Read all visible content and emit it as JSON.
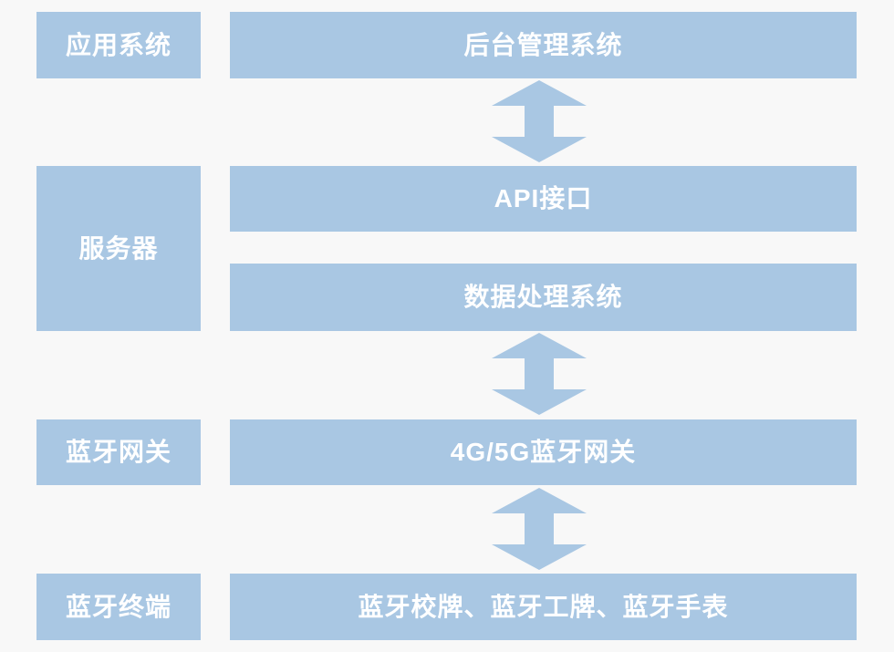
{
  "diagram": {
    "title_hint": "bluetooth-system-architecture",
    "colors": {
      "background": "#f8f8f8",
      "box_fill": "#a9c7e3",
      "arrow_fill": "#a9c7e3",
      "text": "#ffffff"
    },
    "layers": [
      {
        "category": "应用系统",
        "items": [
          "后台管理系统"
        ]
      },
      {
        "category": "服务器",
        "items": [
          "API接口",
          "数据处理系统"
        ]
      },
      {
        "category": "蓝牙网关",
        "items": [
          "4G/5G蓝牙网关"
        ]
      },
      {
        "category": "蓝牙终端",
        "items": [
          "蓝牙校牌、蓝牙工牌、蓝牙手表"
        ]
      }
    ],
    "connectors": [
      {
        "icon": "double-vertical-arrow",
        "from": "后台管理系统",
        "to": "API接口"
      },
      {
        "icon": "double-vertical-arrow",
        "from": "数据处理系统",
        "to": "4G/5G蓝牙网关"
      },
      {
        "icon": "double-vertical-arrow",
        "from": "4G/5G蓝牙网关",
        "to": "蓝牙校牌、蓝牙工牌、蓝牙手表"
      }
    ]
  }
}
